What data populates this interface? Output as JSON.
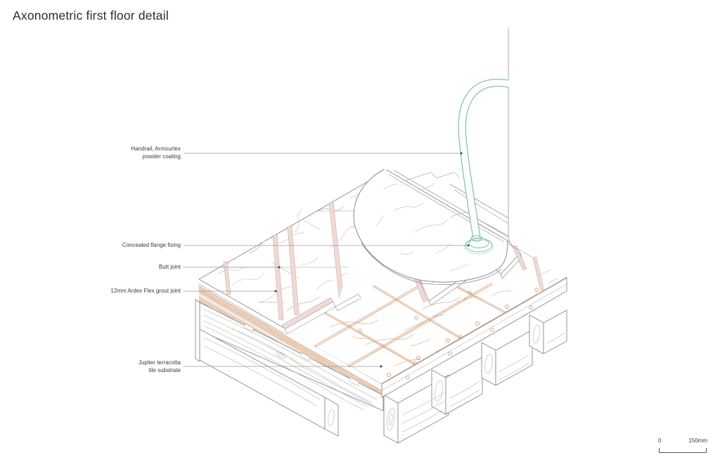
{
  "title": "Axonometric first floor detail",
  "annotations": {
    "handrail": {
      "line1": "Handrail, Armourtex",
      "line2": "powder coating"
    },
    "flange": {
      "label": "Concealed flange fixing"
    },
    "butt_joint": {
      "label": "Butt joint"
    },
    "grout_joint": {
      "label": "12mm Ardex Flex grout joint"
    },
    "substrate": {
      "line1": "Jupiter terracotta",
      "line2": "tile substrate"
    }
  },
  "scale_bar": {
    "zero": "0",
    "max": "150mm"
  },
  "colors": {
    "handrail_green": "#72bd96",
    "handrail_green_light": "#a5d7bf",
    "grout_pink_fill": "#eedad6",
    "grout_pink_line": "#cfaaa4",
    "terracotta": "#c9804e",
    "terracotta_light": "#ddab83",
    "outline_gray": "#8a8a8a",
    "vein_gray": "#ccc5c0",
    "wood_grain": "#b7b3ae",
    "leader_gray": "#9b9b9b",
    "ink": "#3a3a3a"
  }
}
